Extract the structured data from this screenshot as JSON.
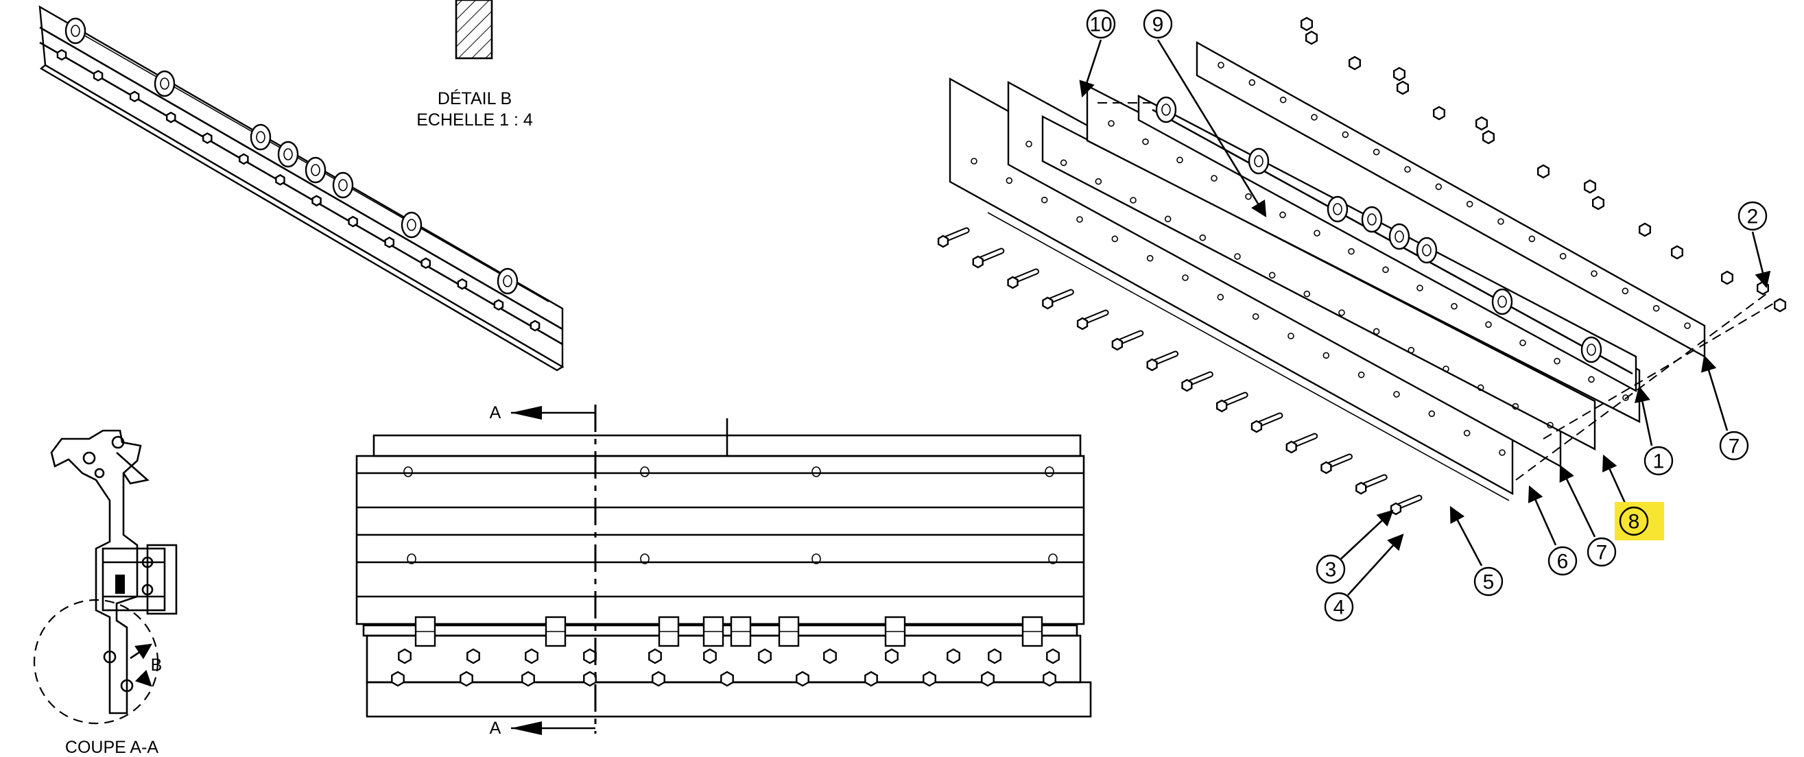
{
  "detail_b": {
    "title": "DÉTAIL B",
    "scale": "ECHELLE 1 : 4"
  },
  "section": {
    "caption": "COUPE A-A",
    "marker_letter": "B",
    "cut_marker_top": "A",
    "cut_marker_bottom": "A"
  },
  "balloons": {
    "items": [
      {
        "id": "10"
      },
      {
        "id": "9"
      },
      {
        "id": "2"
      },
      {
        "id": "1"
      },
      {
        "id": "7"
      },
      {
        "id": "8",
        "highlight": true
      },
      {
        "id": "7"
      },
      {
        "id": "6"
      },
      {
        "id": "5"
      },
      {
        "id": "3"
      },
      {
        "id": "4"
      }
    ],
    "highlight_color": "#f7e531"
  }
}
